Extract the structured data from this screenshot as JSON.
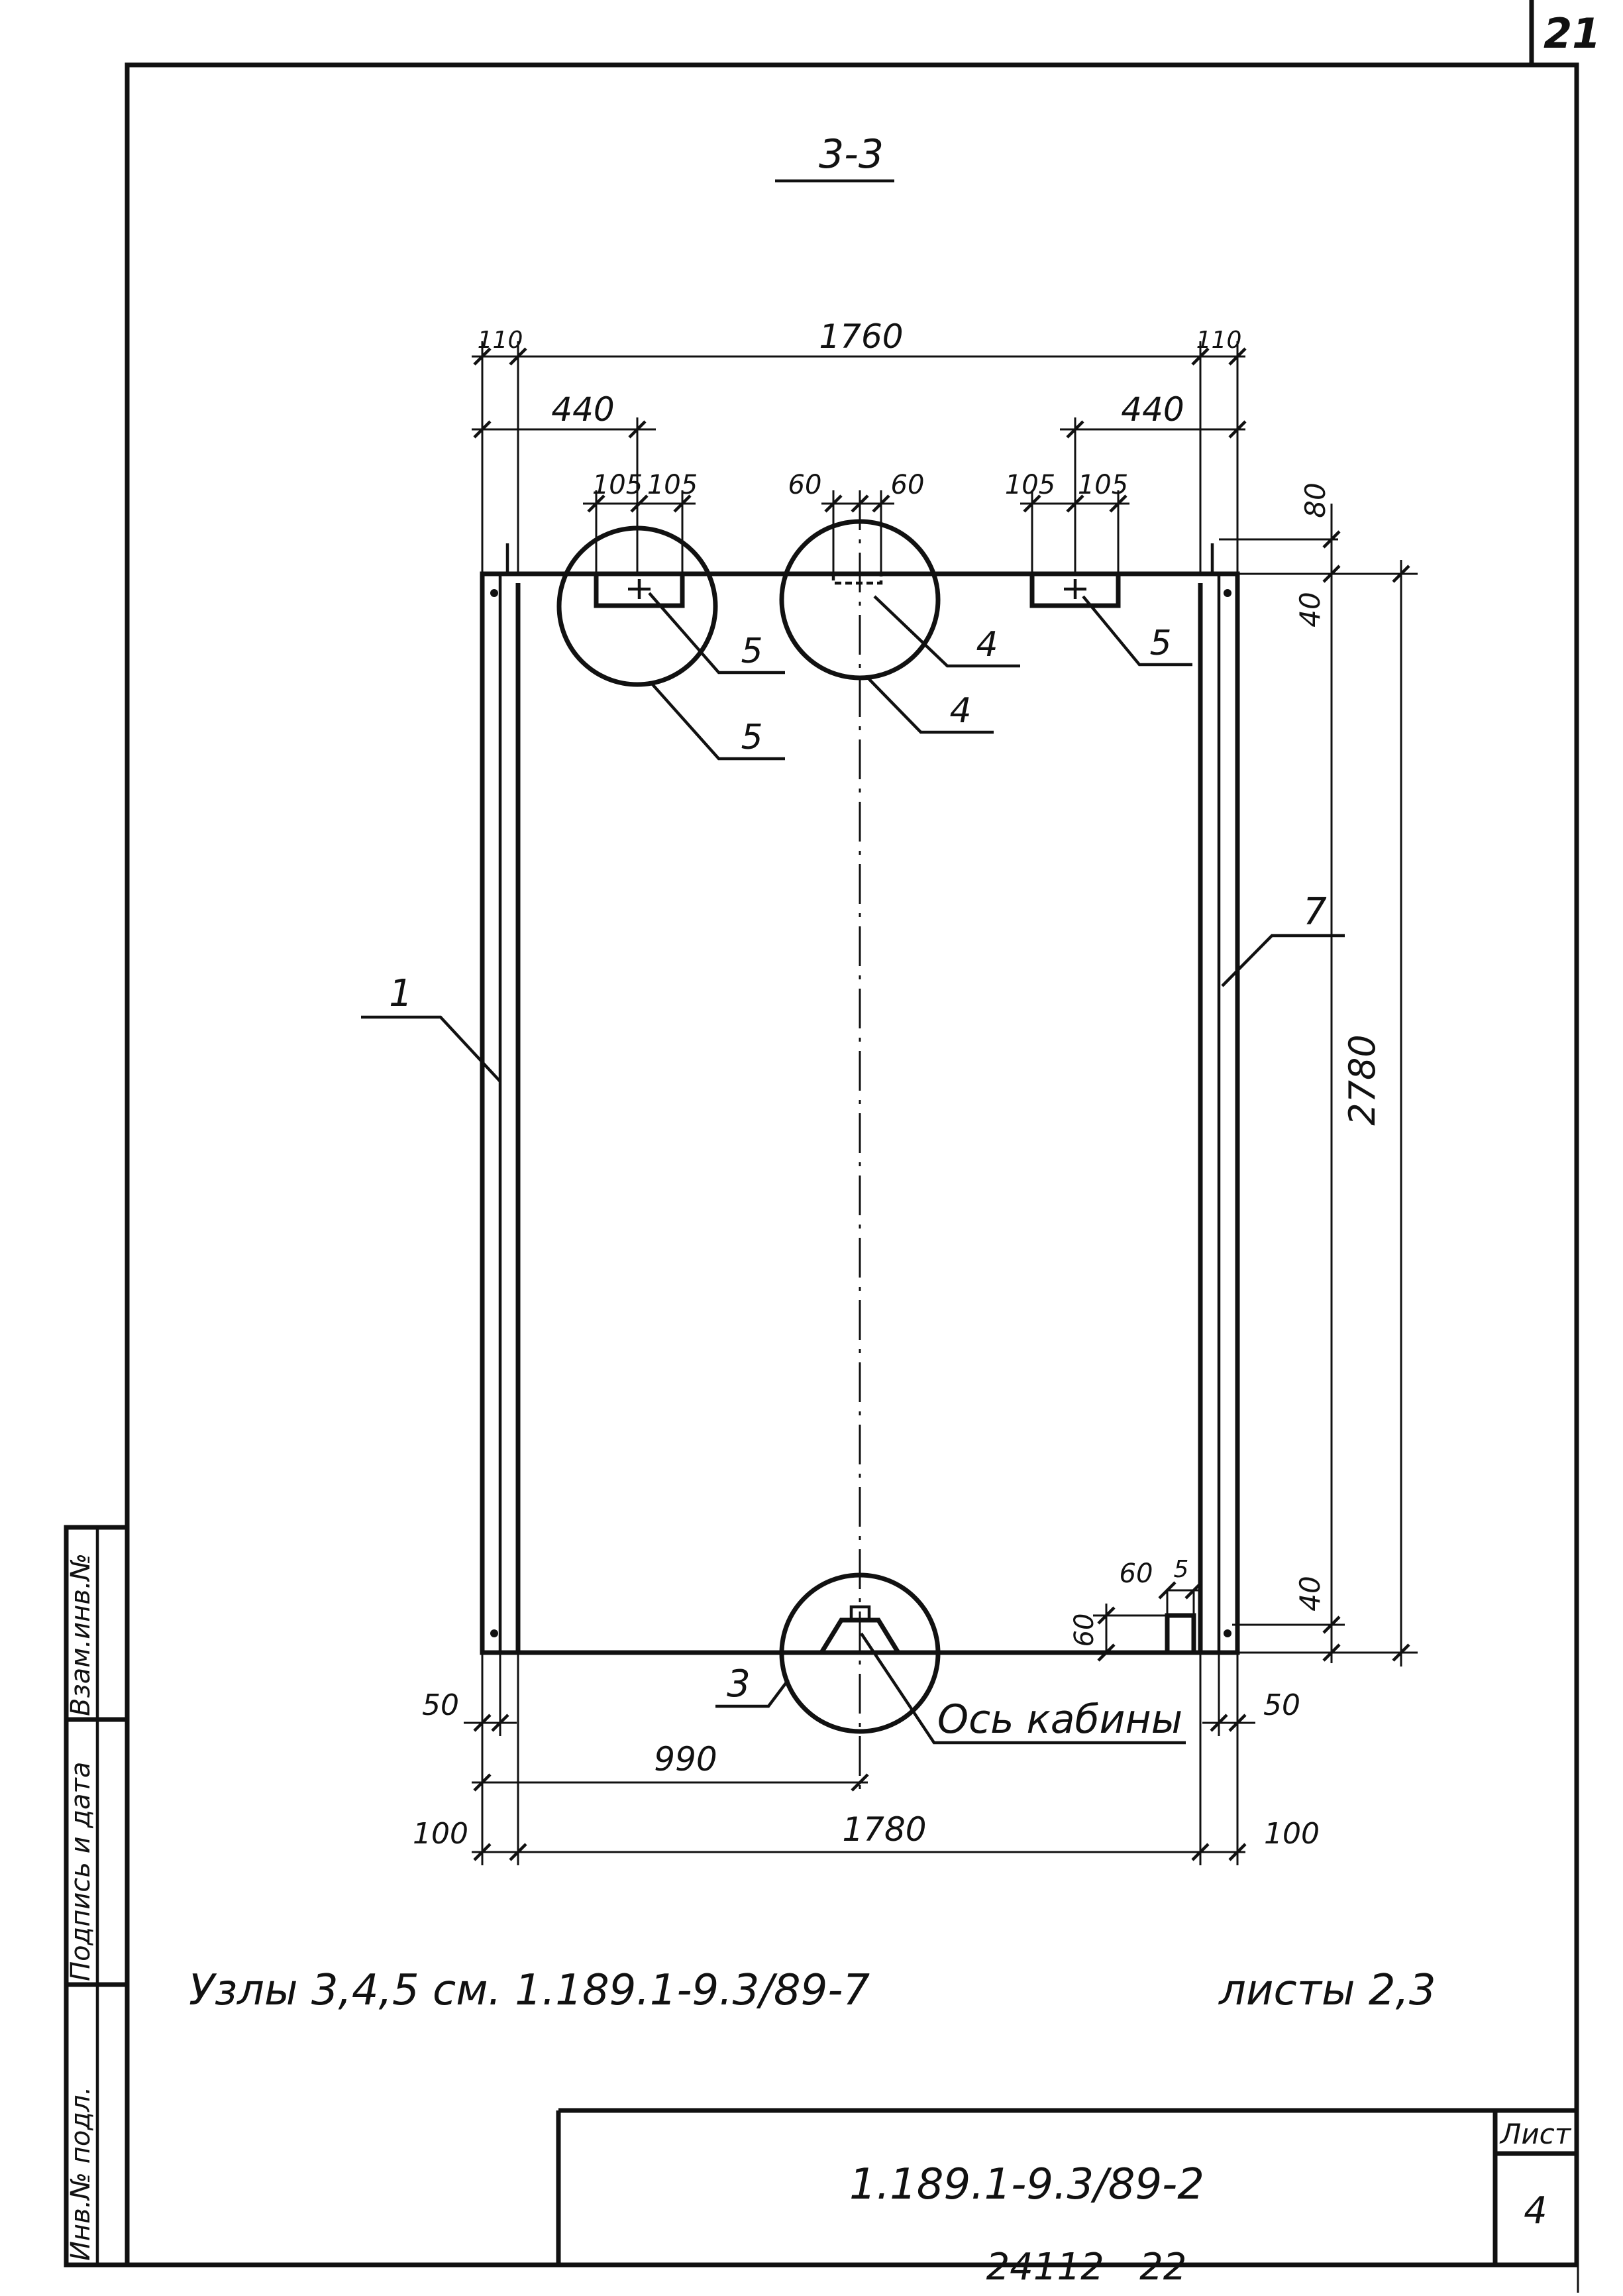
{
  "sheet_corner_number": "21",
  "section_title": "3-3",
  "dimensions": {
    "top_overall": "1760",
    "top_left_edge": "110",
    "top_right_edge": "110",
    "top_left_offset": "440",
    "top_right_offset": "440",
    "left_hole_a": "105",
    "left_hole_b": "105",
    "center_a": "60",
    "center_b": "60",
    "right_hole_a": "105",
    "right_hole_b": "105",
    "right_top": "80",
    "right_top_small": "40",
    "right_height": "2780",
    "right_bottom_small": "40",
    "bottom_small_w": "60",
    "bottom_small_gap": "5",
    "bottom_small_h": "60",
    "bottom_left_wall": "50",
    "bottom_right_wall": "50",
    "bottom_axis_offset": "990",
    "bottom_overall": "1780",
    "bottom_left_outer": "100",
    "bottom_right_outer": "100"
  },
  "callouts": {
    "detail_5_small": "5",
    "detail_5_circle": "5",
    "detail_4_small": "4",
    "detail_4_circle": "4",
    "detail_5_right": "5",
    "part_1": "1",
    "part_7": "7",
    "detail_3": "3",
    "cabin_axis": "Ось кабины"
  },
  "note": {
    "nodes": "Узлы 3,4,5 см. 1.189.1-9.3/89-7",
    "sheets": "листы 2,3"
  },
  "side_stamp": {
    "inv_number": "Инв.№ подл.",
    "signature_date": "Подпись и дата",
    "replaced_inv": "Взам.инв.№"
  },
  "title_block": {
    "designation": "1.189.1-9.3/89-2",
    "sheet_label": "Лист",
    "sheet_number": "4"
  },
  "footer_code": "24112   22"
}
